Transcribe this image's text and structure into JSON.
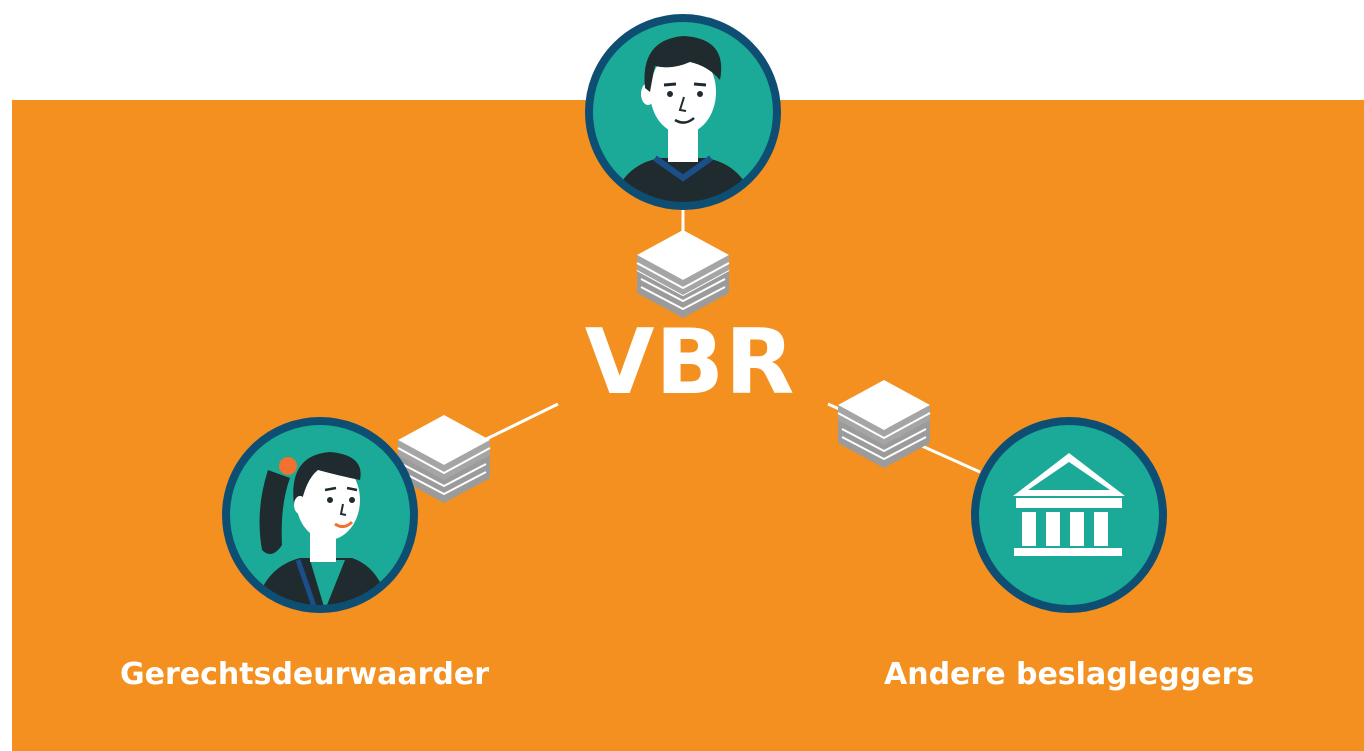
{
  "colors": {
    "background": "#ffffff",
    "panel": "#F39020",
    "circle_fill": "#1AAA97",
    "circle_border": "#0E4E73",
    "line": "#ffffff",
    "paper_top": "#ffffff",
    "paper_side": "#9B9B9B",
    "text": "#ffffff"
  },
  "hub": {
    "label": "VBR"
  },
  "nodes": [
    {
      "id": "top",
      "icon": "man-avatar-icon",
      "label": ""
    },
    {
      "id": "left",
      "icon": "woman-avatar-icon",
      "label": "Gerechtsdeurwaarder"
    },
    {
      "id": "right",
      "icon": "institution-building-icon",
      "label": "Andere beslagleggers"
    }
  ]
}
